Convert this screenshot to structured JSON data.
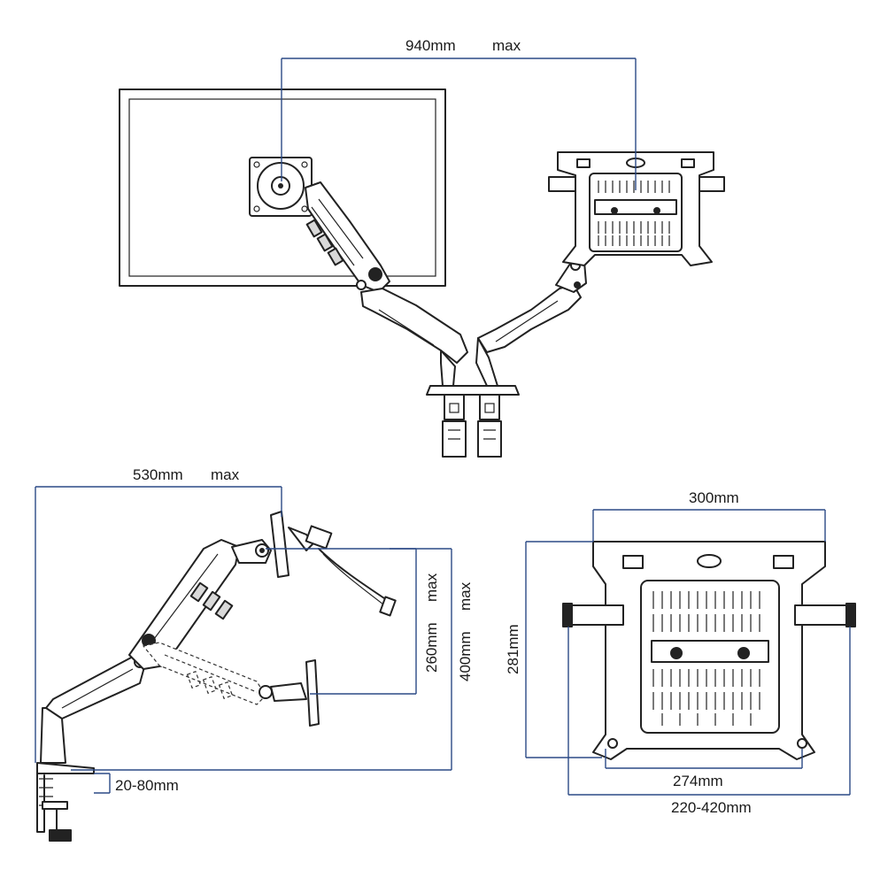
{
  "dimensions": {
    "arm_span": "940mm",
    "arm_span_suffix": "max",
    "arm_reach": "530mm",
    "arm_reach_suffix": "max",
    "height_a": "260mm",
    "height_a_suffix": "max",
    "height_b": "400mm",
    "height_b_suffix": "max",
    "desk_thickness": "20-80mm",
    "tray_width": "300mm",
    "tray_height": "281mm",
    "tray_base": "274mm",
    "tray_clamp": "220-420mm"
  },
  "colors": {
    "dimension_line": "#2c4a86",
    "drawing_line": "#222222"
  }
}
